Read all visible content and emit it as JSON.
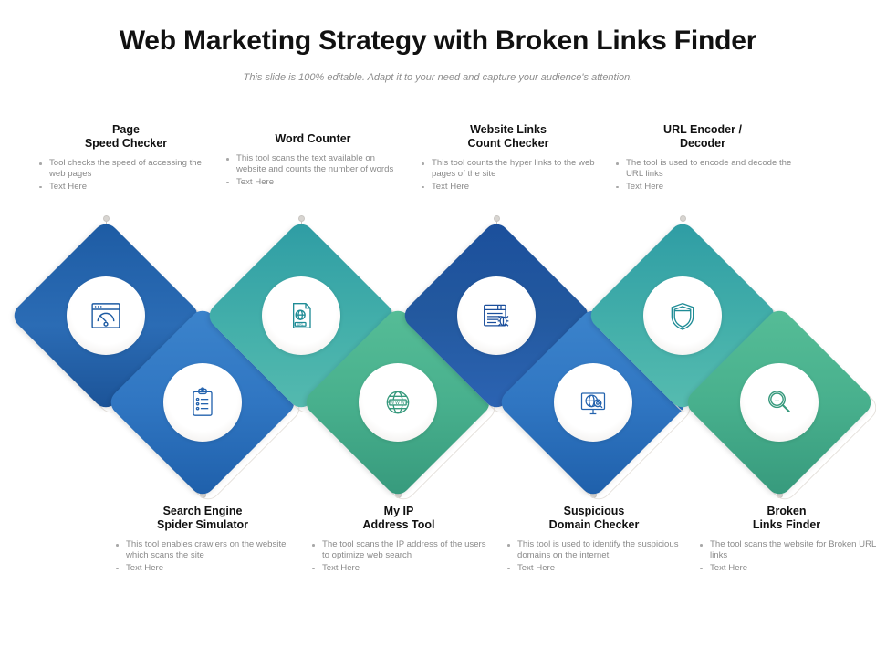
{
  "header": {
    "title": "Web Marketing Strategy with Broken Links Finder",
    "subtitle": "This slide is 100% editable. Adapt it to your need and capture your audience's attention."
  },
  "palette": {
    "dark_blue": "#1D5BA3",
    "blue": "#2E78C5",
    "teal": "#2E9CA4",
    "green": "#4CB391",
    "navy": "#1B4F9C",
    "text_gray": "#8a8a8a",
    "heading_black": "#111111"
  },
  "items": [
    {
      "id": "page-speed-checker",
      "heading": "Page\nSpeed Checker",
      "bullets": [
        "Tool checks the speed of accessing the web pages",
        "Text Here"
      ],
      "icon": "browser-speedometer-icon",
      "color": "#1D5BA3",
      "color2": "#2B6CB5",
      "row": "top"
    },
    {
      "id": "search-engine-spider-simulator",
      "heading": "Search Engine\nSpider Simulator",
      "bullets": [
        "This tool enables crawlers on the website which scans the site",
        "Text Here"
      ],
      "icon": "clipboard-checklist-icon",
      "color": "#3C84CC",
      "color2": "#2463AE",
      "row": "bottom"
    },
    {
      "id": "word-counter",
      "heading": "Word Counter",
      "bullets": [
        "This tool scans the text available on website and counts the number of words",
        "Text Here"
      ],
      "icon": "document-url-globe-icon",
      "color": "#2E9CA4",
      "color2": "#4FB6AC",
      "row": "top"
    },
    {
      "id": "my-ip-address-tool",
      "heading": "My IP\nAddress Tool",
      "bullets": [
        "The tool scans the IP address of the users to optimize web search",
        "Text Here"
      ],
      "icon": "www-globe-icon",
      "color": "#4FB794",
      "color2": "#3FA083",
      "row": "bottom"
    },
    {
      "id": "website-links-count-checker",
      "heading": "Website Links\nCount Checker",
      "bullets": [
        "This tool counts the hyper links to the web pages of the site",
        "Text Here"
      ],
      "icon": "webpage-bug-icon",
      "color": "#1B4F9C",
      "color2": "#2C64B4",
      "row": "top"
    },
    {
      "id": "suspicious-domain-checker",
      "heading": "Suspicious\nDomain Checker",
      "bullets": [
        "This tool is used to identify the suspicious domains on the internet",
        "Text Here"
      ],
      "icon": "monitor-globe-search-icon",
      "color": "#3C84CC",
      "color2": "#2463AE",
      "row": "bottom"
    },
    {
      "id": "url-encoder-decoder",
      "heading": "URL Encoder /\nDecoder",
      "bullets": [
        "The tool is used to encode and decode the URL links",
        "Text Here"
      ],
      "icon": "shield-icon",
      "color": "#2E9CA4",
      "color2": "#52B8AE",
      "row": "top"
    },
    {
      "id": "broken-links-finder",
      "heading": "Broken\nLinks Finder",
      "bullets": [
        "The tool scans the website for Broken URL links",
        "Text Here"
      ],
      "icon": "magnifier-icon",
      "color": "#4FB794",
      "color2": "#3FA083",
      "row": "bottom"
    }
  ]
}
